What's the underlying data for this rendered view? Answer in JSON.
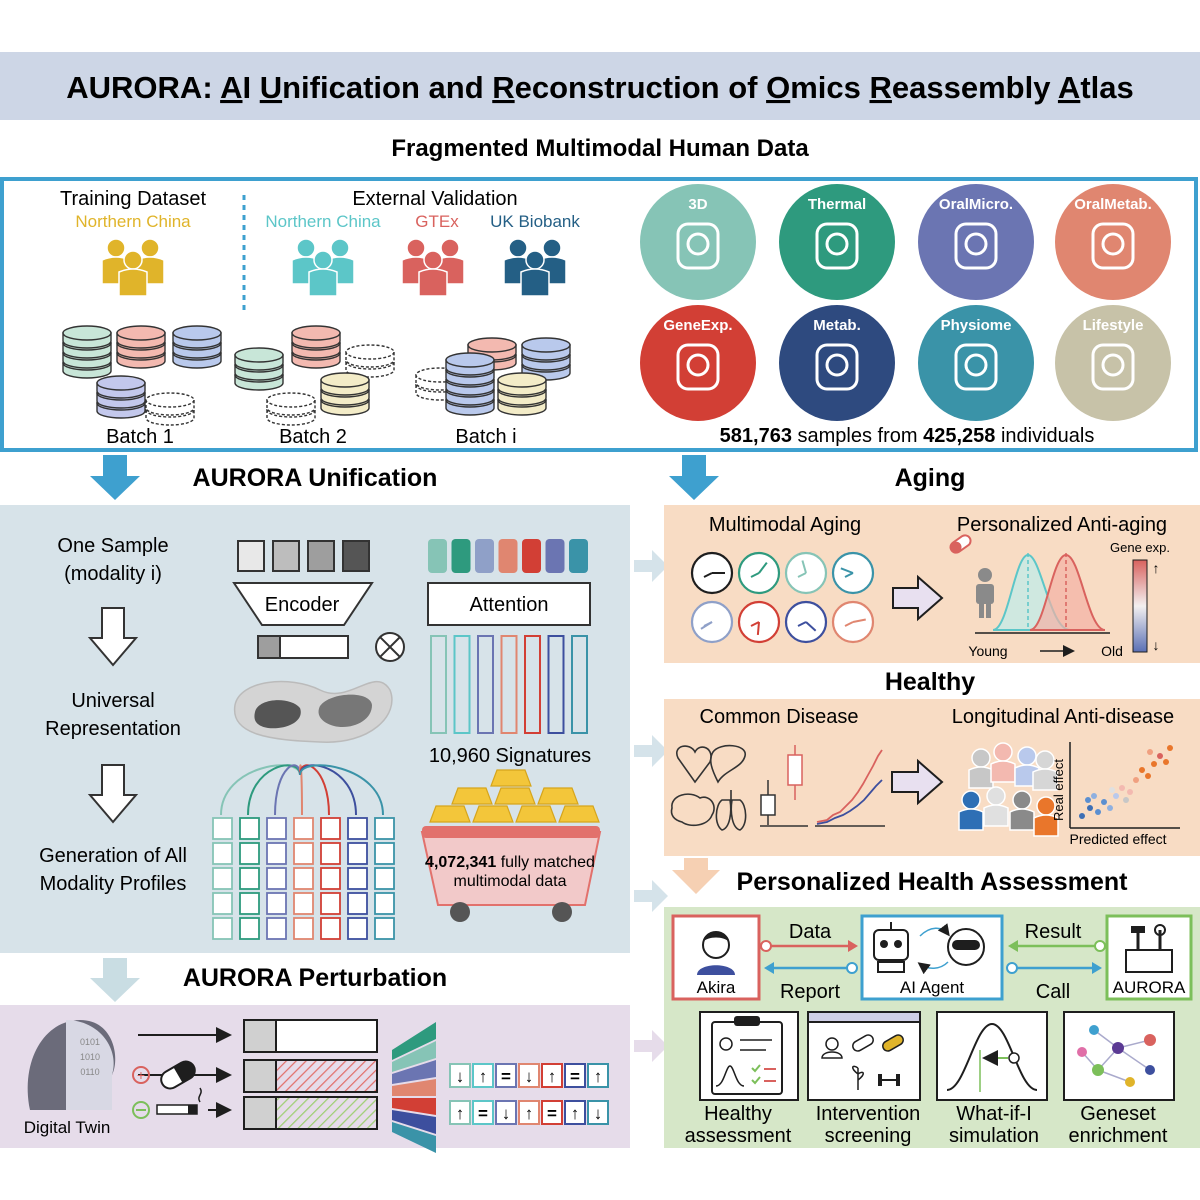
{
  "title": {
    "full": "AURORA: AI Unification and Reconstruction of Omics Reassembly Atlas",
    "underlined_letters": [
      "A",
      "U",
      "R",
      "O",
      "R",
      "A"
    ]
  },
  "fragmented": {
    "heading": "Fragmented Multimodal Human Data",
    "training": {
      "label": "Training Dataset",
      "region": "Northern China"
    },
    "external": {
      "label": "External Validation",
      "cohorts": [
        "Northern China",
        "GTEx",
        "UK Biobank"
      ]
    },
    "batches": [
      "Batch 1",
      "Batch 2",
      "Batch i"
    ],
    "modalities": [
      "3D",
      "Thermal",
      "OralMicro.",
      "OralMetab.",
      "GeneExp.",
      "Metab.",
      "Physiome",
      "Lifestyle"
    ],
    "summary": {
      "samples": "581,763",
      "mid": "samples from",
      "individuals": "425,258",
      "end": "individuals"
    }
  },
  "unification": {
    "heading": "AURORA Unification",
    "steps": [
      "One Sample",
      "(modality i)",
      "Universal",
      "Representation",
      "Generation of All",
      "Modality Profiles"
    ],
    "encoder": "Encoder",
    "attention": "Attention",
    "signatures": "10,960 Signatures",
    "matched_count": "4,072,341",
    "matched_text_1": "fully matched",
    "matched_text_2": "multimodal data"
  },
  "aging": {
    "heading": "Aging",
    "left": "Multimodal Aging",
    "right": "Personalized Anti-aging",
    "gene_exp": "Gene exp.",
    "young": "Young",
    "old": "Old"
  },
  "healthy": {
    "heading": "Healthy",
    "left": "Common Disease",
    "right": "Longitudinal Anti-disease",
    "y_axis": "Real effect",
    "x_axis": "Predicted effect"
  },
  "perturbation": {
    "heading": "AURORA Perturbation",
    "digital_twin": "Digital Twin",
    "row1": [
      "↓",
      "↑",
      "=",
      "↓",
      "↑",
      "=",
      "↑"
    ],
    "row2": [
      "↑",
      "=",
      "↓",
      "↑",
      "=",
      "↑",
      "↓"
    ]
  },
  "assessment": {
    "heading": "Personalized Health Assessment",
    "person": "Akira",
    "agent": "AI Agent",
    "tool": "AURORA",
    "data": "Data",
    "report": "Report",
    "result": "Result",
    "call": "Call",
    "tools": [
      {
        "line1": "Healthy",
        "line2": "assessment"
      },
      {
        "line1": "Intervention",
        "line2": "screening"
      },
      {
        "line1": "What-if-I",
        "line2": "simulation"
      },
      {
        "line1": "Geneset",
        "line2": "enrichment"
      }
    ]
  },
  "colors": {
    "title_bg": "#cdd6e6",
    "frame": "#3ea0cf",
    "gold": "#e0b42a",
    "teal": "#5cc6c8",
    "red": "#d9625e",
    "navy": "#245f85",
    "unification_bg": "#d7e3e9",
    "aging_bg": "#f8dcc4",
    "perturb_bg": "#e6dcea",
    "assess_bg": "#d6e7c8"
  }
}
